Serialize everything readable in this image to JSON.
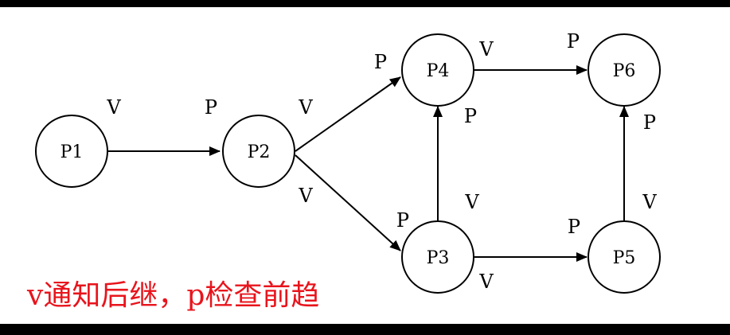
{
  "diagram": {
    "nodes": [
      {
        "id": "p1",
        "label": "P1"
      },
      {
        "id": "p2",
        "label": "P2"
      },
      {
        "id": "p3",
        "label": "P3"
      },
      {
        "id": "p4",
        "label": "P4"
      },
      {
        "id": "p5",
        "label": "P5"
      },
      {
        "id": "p6",
        "label": "P6"
      }
    ],
    "edges": [
      {
        "from": "P1",
        "to": "P2",
        "tail_label": "V",
        "head_label": "P"
      },
      {
        "from": "P2",
        "to": "P4",
        "tail_label": "V",
        "head_label": "P"
      },
      {
        "from": "P2",
        "to": "P3",
        "tail_label": "V",
        "head_label": "P"
      },
      {
        "from": "P3",
        "to": "P4",
        "tail_label": "V",
        "head_label": "P"
      },
      {
        "from": "P4",
        "to": "P6",
        "tail_label": "V",
        "head_label": "P"
      },
      {
        "from": "P3",
        "to": "P5",
        "tail_label": "V",
        "head_label": "P"
      },
      {
        "from": "P5",
        "to": "P6",
        "tail_label": "V",
        "head_label": "P"
      }
    ]
  },
  "caption": "v通知后继，p检查前趋",
  "colors": {
    "caption": "#e8141c",
    "stroke": "#000000",
    "bar": "#000000"
  }
}
